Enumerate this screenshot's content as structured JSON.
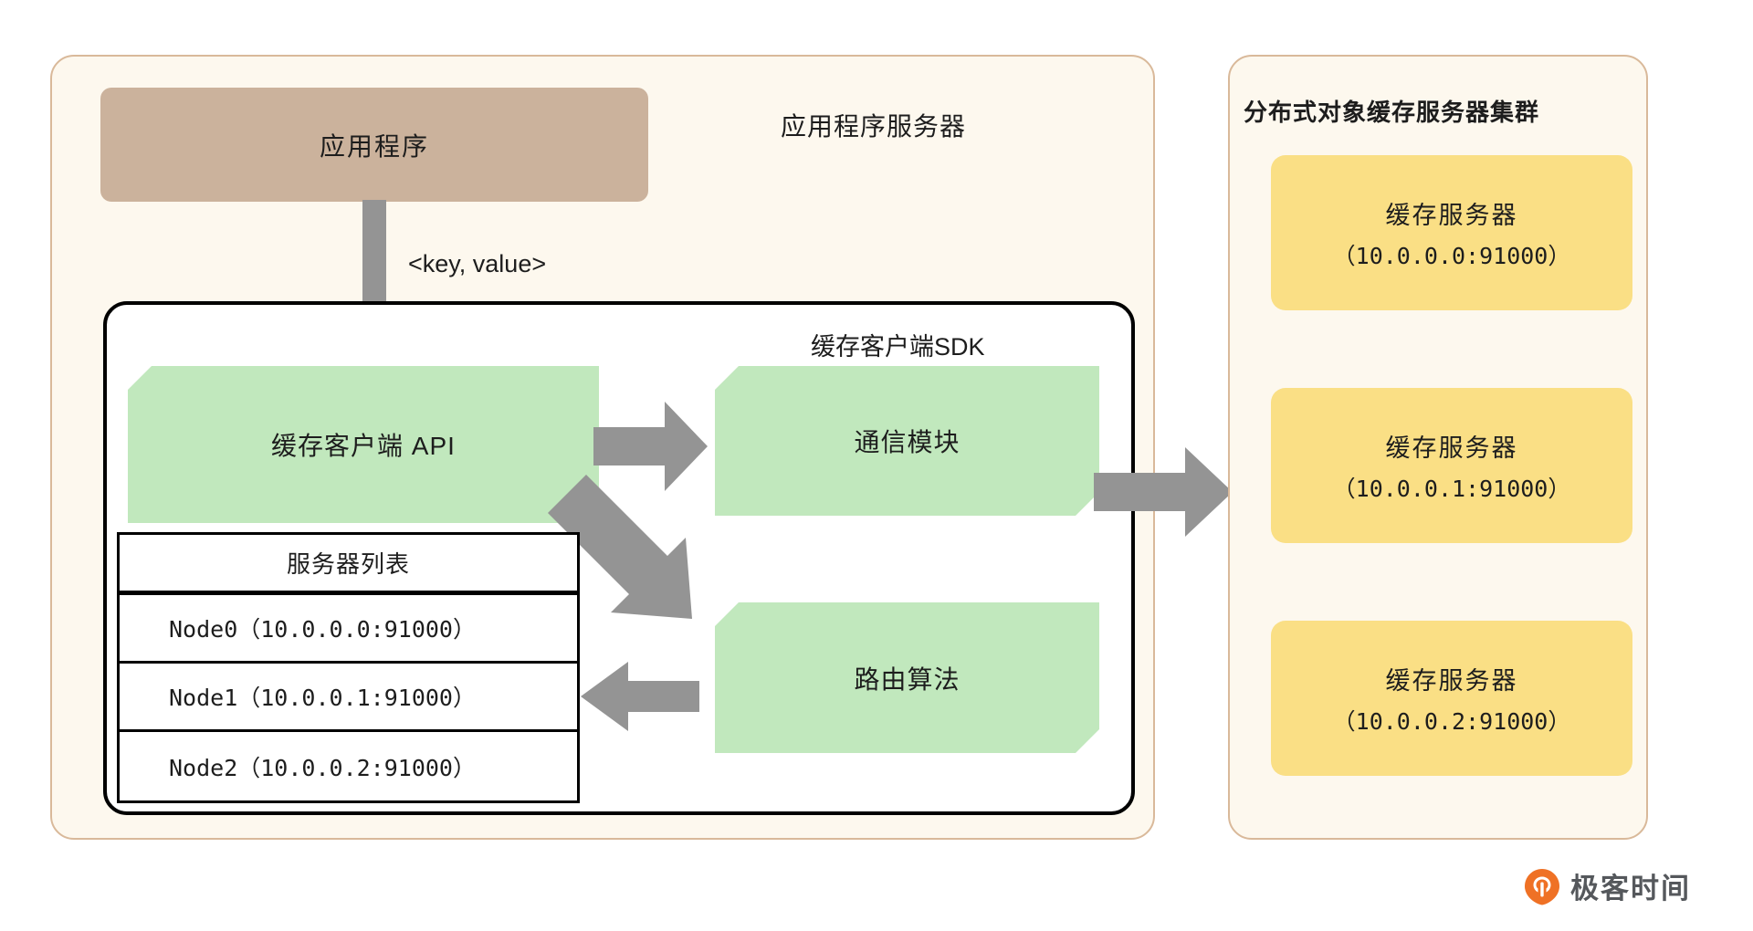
{
  "app_server": {
    "title": "应用程序服务器",
    "application_box": {
      "label": "应用程序"
    },
    "flow_label": "<key, value>",
    "sdk": {
      "title": "缓存客户端SDK",
      "cache_client_api": {
        "label": "缓存客户端 API"
      },
      "comm_module": {
        "label": "通信模块"
      },
      "routing_algorithm": {
        "label": "路由算法"
      },
      "server_list": {
        "header": "服务器列表",
        "rows": [
          {
            "node": "Node0（10.0.0.0:91000）"
          },
          {
            "node": "Node1（10.0.0.1:91000）"
          },
          {
            "node": "Node2（10.0.0.2:91000）"
          }
        ]
      }
    }
  },
  "cache_cluster": {
    "title": "分布式对象缓存服务器集群",
    "servers": [
      {
        "name": "缓存服务器",
        "address": "（10.0.0.0:91000）"
      },
      {
        "name": "缓存服务器",
        "address": "（10.0.0.1:91000）"
      },
      {
        "name": "缓存服务器",
        "address": "（10.0.0.2:91000）"
      }
    ]
  },
  "watermark": {
    "text": "极客时间",
    "logo": "geek-time-logo-icon"
  },
  "colors": {
    "panel_bg": "#fdf8ee",
    "panel_border": "#d9b99a",
    "application_box": "#cbb29c",
    "green_box": "#c1e8bd",
    "yellow_box": "#fadf85",
    "arrow": "#949494",
    "text": "#1d1d1d",
    "logo_orange": "#ef7125"
  }
}
